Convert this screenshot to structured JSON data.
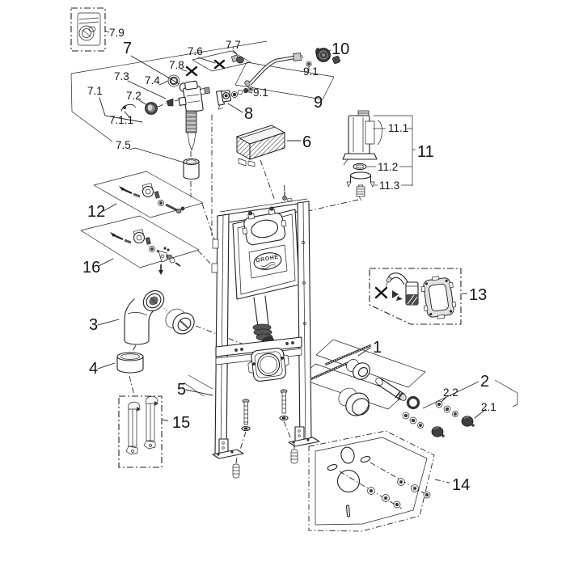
{
  "brand": {
    "logo_text": "GROHE"
  },
  "labels": {
    "l1": "1",
    "l2": "2",
    "l2_1": "2.1",
    "l2_2": "2.2",
    "l3": "3",
    "l4": "4",
    "l5": "5",
    "l6": "6",
    "l7": "7",
    "l7_1": "7.1",
    "l7_1_1": "7.1.1",
    "l7_2": "7.2",
    "l7_3": "7.3",
    "l7_4": "7.4",
    "l7_5": "7.5",
    "l7_6": "7.6",
    "l7_7": "7.7",
    "l7_8": "7.8",
    "l7_9": "7.9",
    "l8": "8",
    "l9": "9",
    "l9_1a": "9.1",
    "l9_1b": "9.1",
    "l10": "10",
    "l11": "11",
    "l11_1": "11.1",
    "l11_2": "11.2",
    "l11_3": "11.3",
    "l12": "12",
    "l13": "13",
    "l14": "14",
    "l15": "15",
    "l16": "16"
  }
}
